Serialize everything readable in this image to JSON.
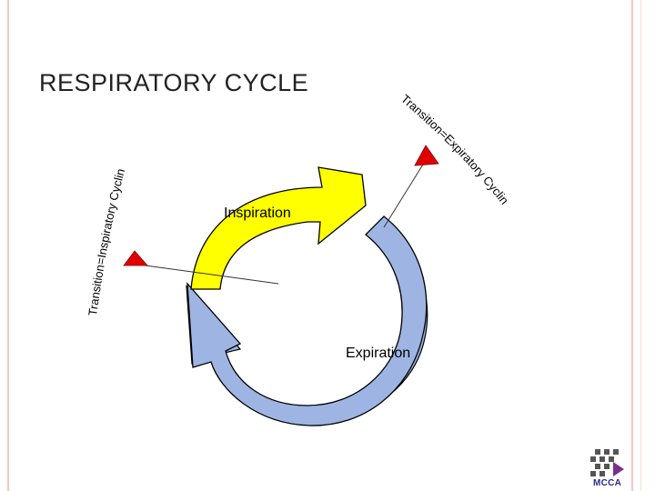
{
  "slide": {
    "title": "RESPIRATORY CYCLE"
  },
  "diagram": {
    "inspiration_label": "Inspiration",
    "expiration_label": "Expiration",
    "left_transition_label": "Transition=Inspiratory Cycling",
    "right_transition_label": "Transition=Expiratory Cycling",
    "colors": {
      "inspiration_arrow": "#ffff00",
      "expiration_arrow": "#9eb5e3",
      "transition_marker": "#e00000"
    }
  },
  "logo": {
    "text": "MCCA"
  }
}
